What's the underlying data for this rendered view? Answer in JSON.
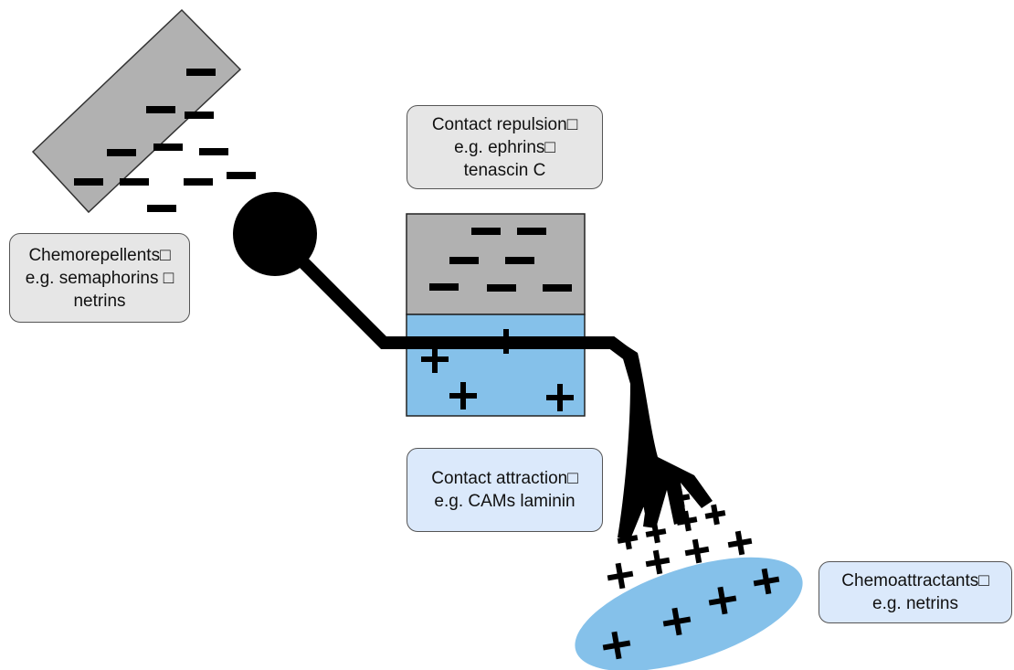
{
  "colors": {
    "repellent_gray": "#b1b1b1",
    "attractant_blue": "#85c1ea",
    "gray_label_fill": "#e6e6e6",
    "blue_label_fill": "#dbe9fb",
    "axon_black": "#000000"
  },
  "labels": {
    "chemorepellents": {
      "line1": "Chemorepellents□",
      "line2": "e.g. semaphorins □",
      "line3": "netrins"
    },
    "contact_repulsion": {
      "line1": "Contact repulsion□",
      "line2": "e.g. ephrins□",
      "line3": "tenascin C"
    },
    "contact_attraction": {
      "line1": "Contact attraction□",
      "line2": "e.g. CAMs laminin"
    },
    "chemoattractants": {
      "line1": "Chemoattractants□",
      "line2": "e.g. netrins"
    }
  }
}
